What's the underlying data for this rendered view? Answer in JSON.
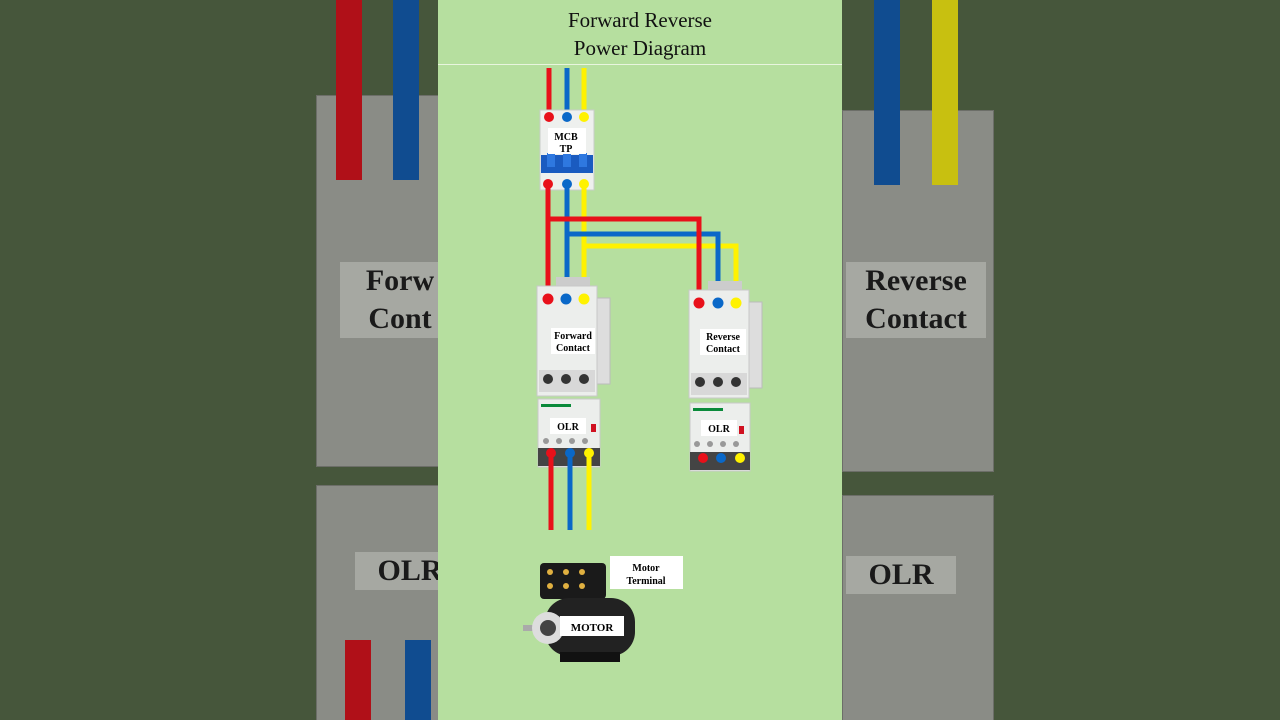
{
  "title": {
    "line1": "Forward Reverse",
    "line2": "Power Diagram"
  },
  "components": {
    "mcb": "MCB\nTP",
    "mcb_line1": "MCB",
    "mcb_line2": "TP",
    "forward_contact": {
      "line1": "Forward",
      "line2": "Contact"
    },
    "reverse_contact": {
      "line1": "Reverse",
      "line2": "Contact"
    },
    "forward_olr": "OLR",
    "reverse_olr": "OLR",
    "motor": "MOTOR",
    "motor_terminal": {
      "line1": "Motor",
      "line2": "Terminal"
    }
  },
  "background": {
    "left_labels": [
      "Forw",
      "Cont",
      "OLR"
    ],
    "right_labels": [
      "Reverse",
      "Contact",
      "OLR"
    ]
  },
  "wire_colors": {
    "red": "#e8101a",
    "blue": "#0a68c8",
    "yellow": "#fff200"
  },
  "panel_color": "#b6df9f"
}
